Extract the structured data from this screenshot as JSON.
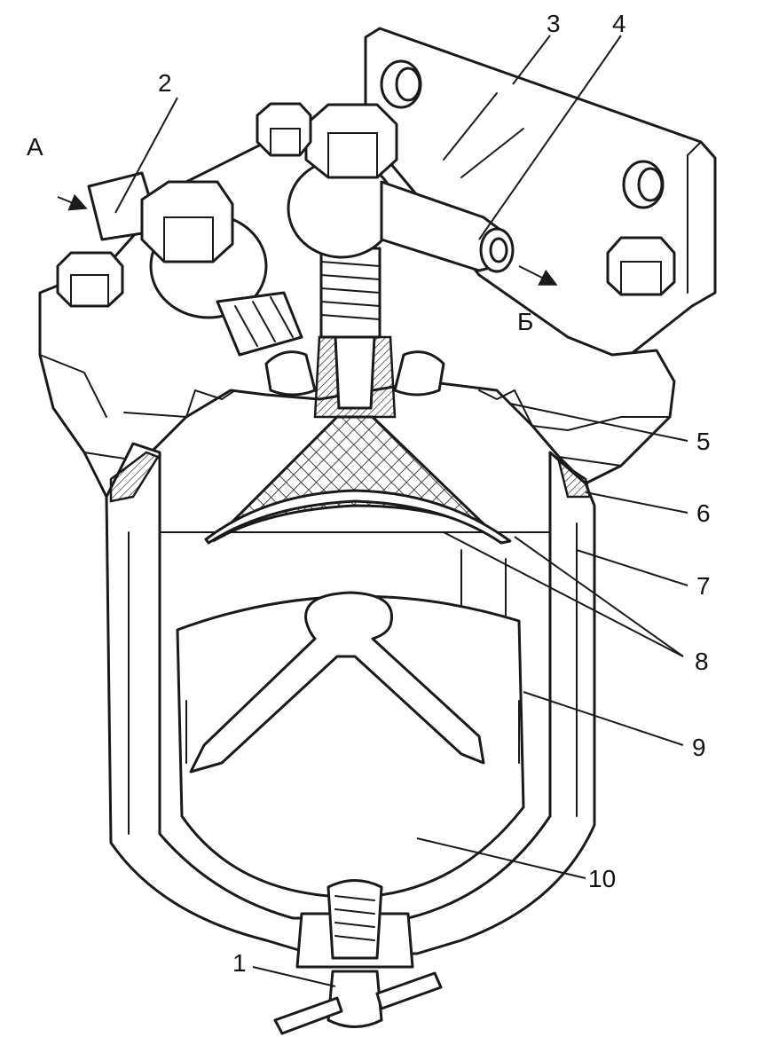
{
  "callouts": {
    "c1": "1",
    "c2": "2",
    "c3": "3",
    "c4": "4",
    "c5": "5",
    "c6": "6",
    "c7": "7",
    "c8": "8",
    "c9": "9",
    "c10": "10"
  },
  "flow": {
    "inlet": "А",
    "outlet": "Б"
  },
  "colors": {
    "line": "#1a1a1a",
    "background": "#ffffff"
  }
}
